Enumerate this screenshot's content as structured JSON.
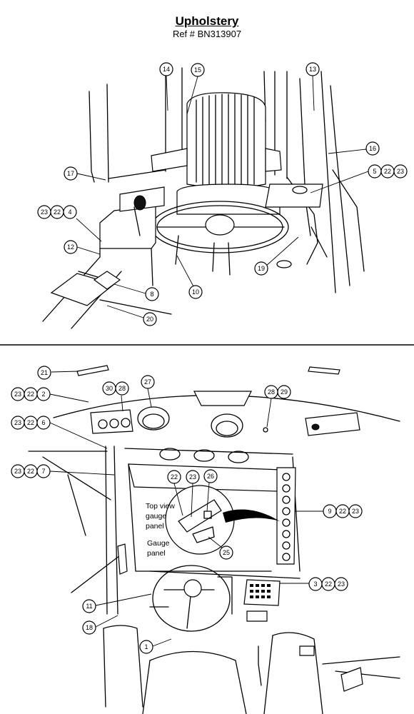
{
  "header": {
    "title": "Upholstery",
    "ref": "Ref # BN313907"
  },
  "top_callouts": [
    "14",
    "15",
    "13",
    "16",
    "5",
    "22",
    "23",
    "17",
    "23",
    "22",
    "4",
    "12",
    "19",
    "10",
    "8",
    "20"
  ],
  "bottom_callouts": [
    "21",
    "27",
    "30",
    "28",
    "23",
    "22",
    "2",
    "28",
    "29",
    "23",
    "22",
    "6",
    "23",
    "22",
    "7",
    "22",
    "23",
    "26",
    "9",
    "22",
    "23",
    "25",
    "3",
    "22",
    "23",
    "11",
    "18",
    "1"
  ],
  "notes": {
    "top_view_1": "Top view",
    "top_view_2": "gauge",
    "top_view_3": "panel",
    "gauge_1": "Gauge",
    "gauge_2": "panel"
  }
}
